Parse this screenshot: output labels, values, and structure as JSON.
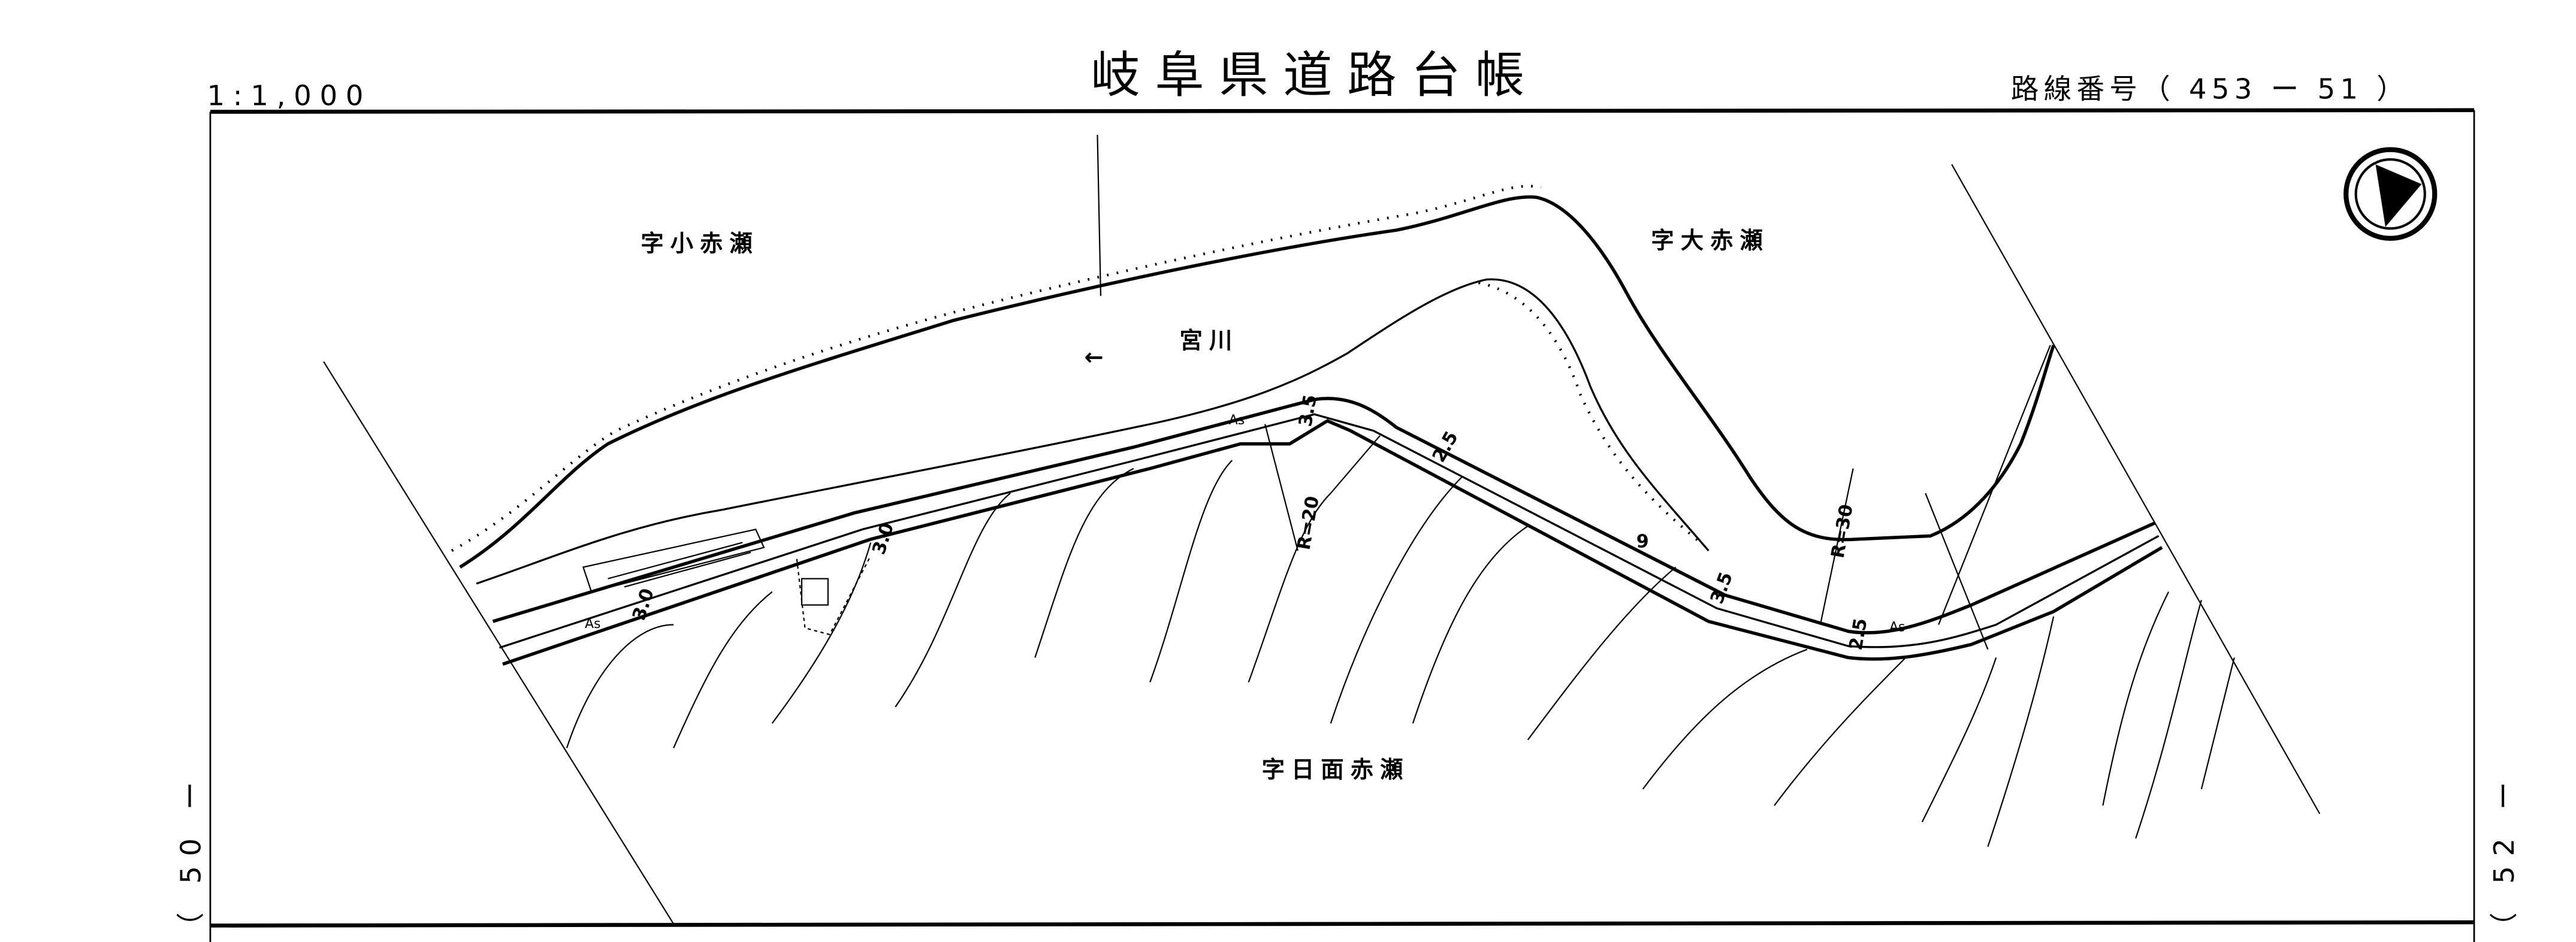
{
  "header": {
    "scale": "1:1,000",
    "title": "岐阜県道路台帳",
    "route_number": "路線番号（ 453 ー 51 ）"
  },
  "side_labels": {
    "left": "（ 50 ー",
    "right": "（ 52 ー"
  },
  "map": {
    "places": {
      "north_west": "字小赤瀬",
      "north_east": "字大赤瀬",
      "south": "字日面赤瀬"
    },
    "river": {
      "name": "宮川",
      "arrow": "←"
    },
    "annotations": {
      "radius_1": "R=20",
      "radius_2": "R=30",
      "width_1": "3.5",
      "width_2": "2.5",
      "width_3": "3.0",
      "width_4": "3.5",
      "width_5": "2.5",
      "width_6": "3.0",
      "surface_1": "As",
      "surface_2": "As",
      "surface_3": "As",
      "station_1": "9"
    },
    "north_arrow_icon": "north-arrow-icon"
  }
}
